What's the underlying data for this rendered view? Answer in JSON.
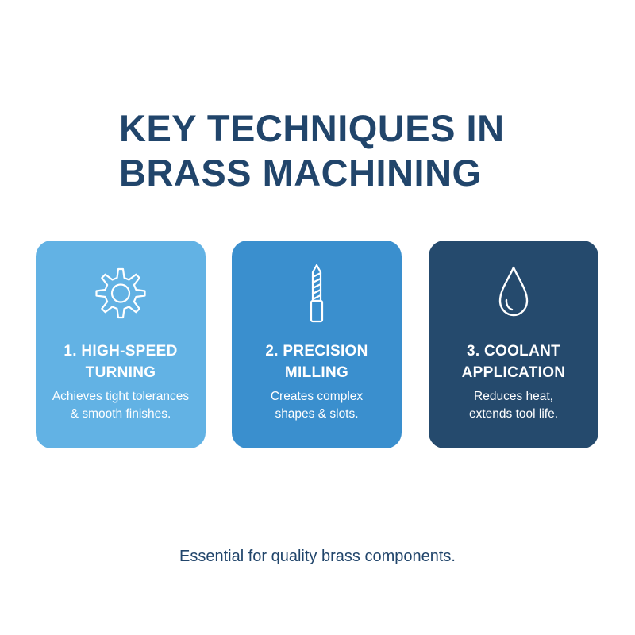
{
  "title": {
    "line1": "KEY TECHNIQUES IN",
    "line2": "BRASS MACHINING"
  },
  "cards": [
    {
      "icon": "gear-icon",
      "color": "#62b2e4",
      "title_line1": "1. HIGH-SPEED",
      "title_line2": "TURNING",
      "desc_line1": "Achieves tight tolerances",
      "desc_line2": "& smooth finishes."
    },
    {
      "icon": "drill-bit-icon",
      "color": "#3a8fce",
      "title_line1": "2. PRECISION",
      "title_line2": "MILLING",
      "desc_line1": "Creates complex",
      "desc_line2": "shapes & slots."
    },
    {
      "icon": "droplet-icon",
      "color": "#254a6d",
      "title_line1": "3. COOLANT",
      "title_line2": "APPLICATION",
      "desc_line1": "Reduces heat,",
      "desc_line2": "extends tool life."
    }
  ],
  "footer": "Essential for quality brass components.",
  "colors": {
    "heading": "#21456b",
    "background": "#ffffff"
  }
}
